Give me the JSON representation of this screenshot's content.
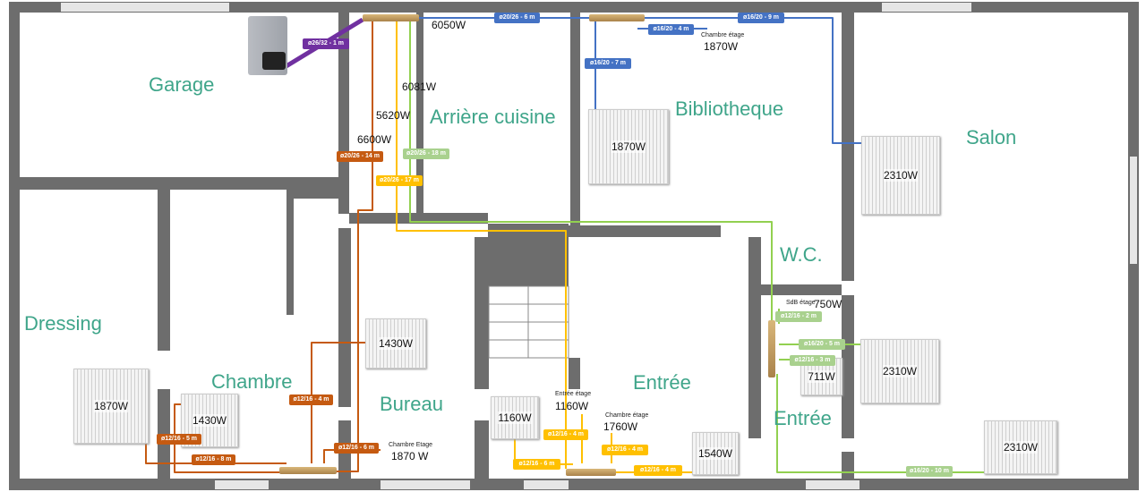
{
  "rooms": {
    "garage": "Garage",
    "arriere_cuisine": "Arrière cuisine",
    "bibliotheque": "Bibliotheque",
    "salon": "Salon",
    "wc": "W.C.",
    "dressing": "Dressing",
    "chambre": "Chambre",
    "bureau": "Bureau",
    "entree": "Entrée",
    "entree2": "Entrée"
  },
  "circuit_powers": {
    "blue": "6050W",
    "green": "6081W",
    "yellow": "5620W",
    "orange": "6600W"
  },
  "upstairs": {
    "chambre_etage_blue": {
      "label": "Chambre étage",
      "power": "1870W"
    },
    "chambre_etage_orange": {
      "label": "Chambre Etage",
      "power": "1870 W"
    },
    "entree_etage": {
      "label": "Entrée étage",
      "power": "1160W"
    },
    "chambre_etage_yellow": {
      "label": "Chambre étage",
      "power": "1760W"
    },
    "sdb_etage": {
      "label": "SdB étage",
      "power": "750W"
    }
  },
  "radiators": {
    "dressing": "1870W",
    "chambre": "1430W",
    "bureau": "1430W",
    "bibliotheque": "1870W",
    "salon_top": "2310W",
    "entree_left": "1160W",
    "entree_right": "1540W",
    "entree2_small": "711W",
    "salon_mid": "2310W",
    "salon_bottom": "2310W"
  },
  "pipes": {
    "boiler": "ø26/32 - 1 m",
    "blue_main": "ø20/26 - 6 m",
    "blue_salon": "ø16/20 - 9 m",
    "blue_chambre": "ø16/20 - 4 m",
    "blue_biblio": "ø16/20 - 7 m",
    "orange_main": "ø20/26 - 14 m",
    "green_main": "ø20/26 - 18 m",
    "yellow_main": "ø20/26 - 17 m",
    "orange_bureau": "ø12/16 - 4 m",
    "orange_chambre": "ø12/16 - 5 m",
    "orange_dressing": "ø12/16 - 8 m",
    "orange_etage": "ø12/16 - 6 m",
    "yellow_entree_etage": "ø12/16 - 4 m",
    "yellow_entree_left": "ø12/16 - 6 m",
    "yellow_chambre_etage": "ø12/16 - 4 m",
    "yellow_entree_right": "ø12/16 - 4 m",
    "green_sdb": "ø12/16 - 2 m",
    "green_salon_mid": "ø16/20 - 5 m",
    "green_711": "ø12/16 - 3 m",
    "green_salon_bottom": "ø16/20 - 10 m"
  },
  "colors": {
    "purple": "#7030a0",
    "blue": "#4472c4",
    "orange": "#c55a11",
    "yellow": "#ffc000",
    "green": "#92d050",
    "green_label": "#a9d18e",
    "room_text": "#3fa58a",
    "wall": "#6d6d6d"
  }
}
